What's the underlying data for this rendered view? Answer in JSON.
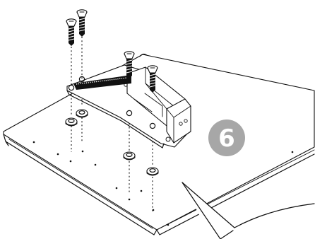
{
  "step": {
    "number": "6",
    "badge_color": "#a7a7a7"
  },
  "parts": [
    {
      "name": "mounting-bracket",
      "icon": "bracket-icon"
    },
    {
      "name": "screws",
      "count": 4,
      "icon": "screw-icon"
    },
    {
      "name": "washers",
      "count": 4,
      "icon": "washer-icon"
    },
    {
      "name": "panel",
      "icon": "panel-icon"
    }
  ],
  "colors": {
    "ink": "#111111",
    "paper": "#ffffff"
  }
}
